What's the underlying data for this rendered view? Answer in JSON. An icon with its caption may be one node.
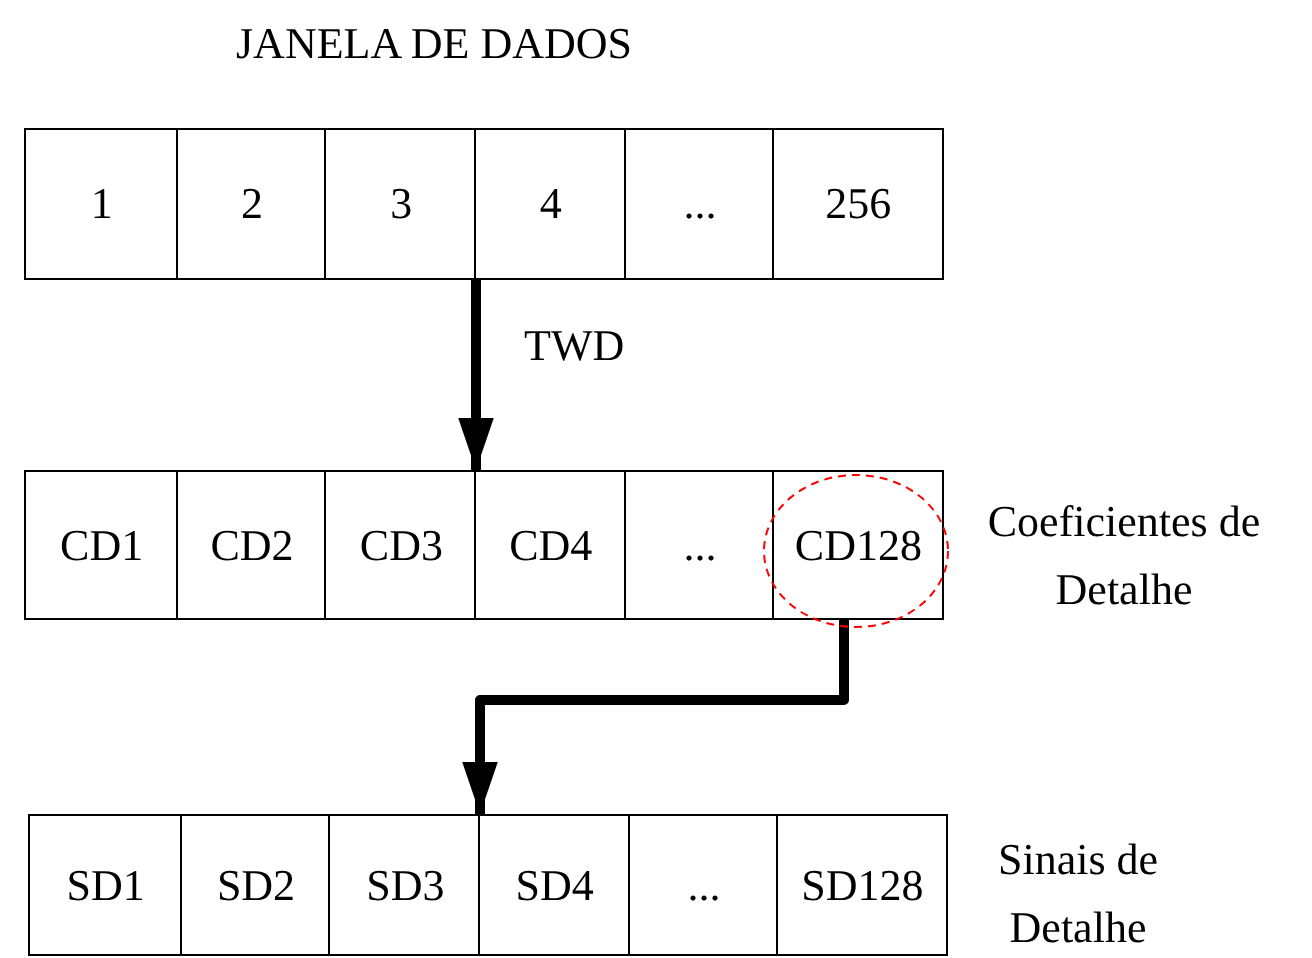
{
  "diagram": {
    "title": "JANELA DE DADOS",
    "nodes": [
      {
        "text": [],
        "shape": "box"
      },
      {
        "text": [
          "1"
        ],
        "in": 0
      },
      {
        "text": [
          "2"
        ],
        "in": 0
      },
      {
        "text": [
          "3"
        ],
        "in": 0
      },
      {
        "text": [
          "4"
        ],
        "in": 0
      },
      {
        "text": [
          "..."
        ],
        "in": 0
      },
      {
        "text": [
          "256"
        ],
        "in": 0
      },
      {
        "text": [],
        "shape": "box",
        "beside": [
          "Coeficientes de Detalhe"
        ]
      },
      {
        "text": [
          "CD1"
        ],
        "in": 7
      },
      {
        "text": [
          "CD2"
        ],
        "in": 7
      },
      {
        "text": [
          "CD3"
        ],
        "in": 7
      },
      {
        "text": [
          "CD4"
        ],
        "in": 7
      },
      {
        "text": [
          "..."
        ],
        "in": 7
      },
      {
        "text": [
          "CD128"
        ],
        "in": 7
      },
      {
        "text": [],
        "shape": "box",
        "beside": [
          "Sinais de Detalhe"
        ]
      },
      {
        "text": [
          "SD1"
        ],
        "in": 14
      },
      {
        "text": [
          "SD2"
        ],
        "in": 14
      },
      {
        "text": [
          "SD3"
        ],
        "in": 14
      },
      {
        "text": [
          "SD4"
        ],
        "in": 14
      },
      {
        "text": [
          "..."
        ],
        "in": 14
      },
      {
        "text": [
          "SD128"
        ],
        "in": 14
      }
    ],
    "edges": [
      {
        "from": 0,
        "to": 7,
        "arrow": "to",
        "label": "TWD"
      },
      {
        "from": 13,
        "to": 14,
        "arrow": "to"
      }
    ]
  }
}
